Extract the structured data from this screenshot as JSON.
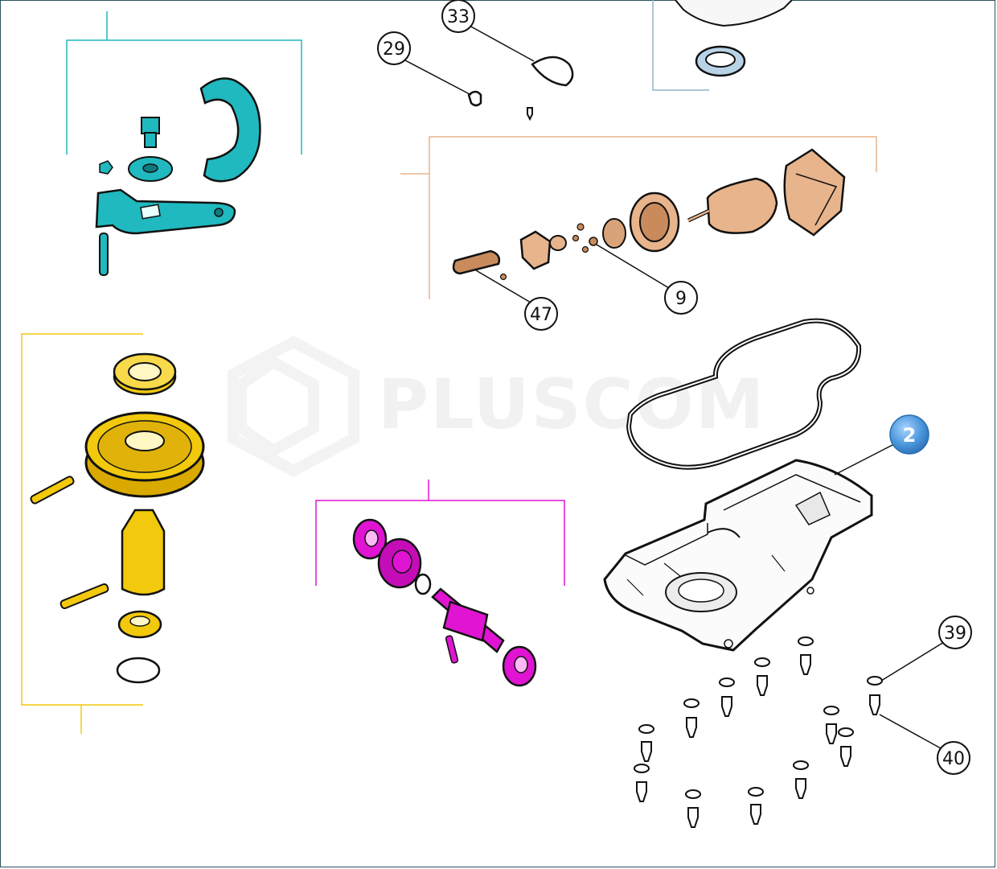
{
  "watermark": {
    "text": "PLUSCOM"
  },
  "colors": {
    "cyan_group": "#1fb9bf",
    "orange_group": "#e8b48c",
    "yellow_group": "#f2c90c",
    "magenta_group": "#e014d2",
    "active_callout": "#4a97dc",
    "outline": "#1a1a1a"
  },
  "callouts": [
    {
      "id": "33",
      "label": "33",
      "active": false
    },
    {
      "id": "29",
      "label": "29",
      "active": false
    },
    {
      "id": "9",
      "label": "9",
      "active": false
    },
    {
      "id": "47",
      "label": "47",
      "active": false
    },
    {
      "id": "2",
      "label": "2",
      "active": true
    },
    {
      "id": "39",
      "label": "39",
      "active": false
    },
    {
      "id": "40",
      "label": "40",
      "active": false
    }
  ]
}
